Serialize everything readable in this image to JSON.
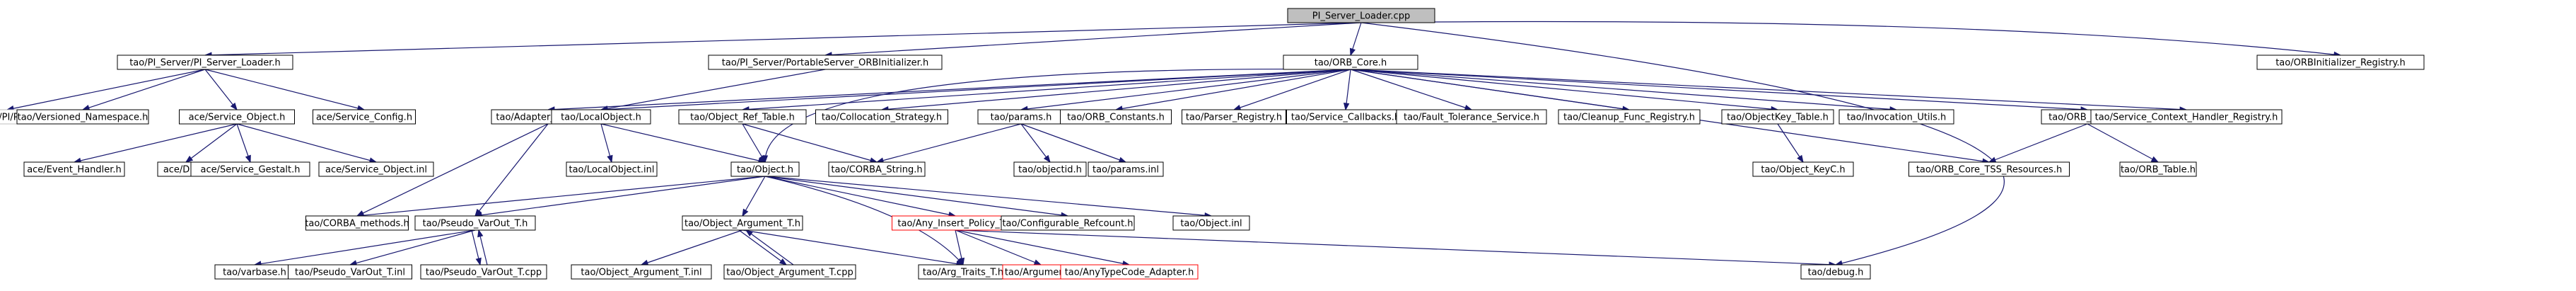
{
  "nodes": [
    {
      "id": "n0",
      "label": "PI_Server_Loader.cpp",
      "style": "root"
    },
    {
      "id": "n1",
      "label": "tao/PI_Server/PI_Server_Loader.h"
    },
    {
      "id": "n2",
      "label": "tao/PI_Server/PortableServer_ORBInitializer.h"
    },
    {
      "id": "n3",
      "label": "tao/ORB_Core.h"
    },
    {
      "id": "n4",
      "label": "tao/ORBInitializer_Registry.h"
    },
    {
      "id": "n5",
      "label": "tao/PI/PI.h",
      "style": "grey"
    },
    {
      "id": "n6",
      "label": "tao/Versioned_Namespace.h"
    },
    {
      "id": "n7",
      "label": "ace/Service_Object.h"
    },
    {
      "id": "n8",
      "label": "ace/Service_Config.h"
    },
    {
      "id": "n9",
      "label": "tao/Adapter_Registry.h"
    },
    {
      "id": "n10",
      "label": "tao/LocalObject.h"
    },
    {
      "id": "n11",
      "label": "tao/Object_Ref_Table.h"
    },
    {
      "id": "n12",
      "label": "tao/Collocation_Strategy.h"
    },
    {
      "id": "n13",
      "label": "tao/params.h"
    },
    {
      "id": "n14",
      "label": "tao/ORB_Constants.h"
    },
    {
      "id": "n15",
      "label": "tao/Parser_Registry.h"
    },
    {
      "id": "n16",
      "label": "tao/Service_Callbacks.h"
    },
    {
      "id": "n17",
      "label": "tao/Fault_Tolerance_Service.h"
    },
    {
      "id": "n18",
      "label": "tao/Cleanup_Func_Registry.h"
    },
    {
      "id": "n19",
      "label": "tao/ObjectKey_Table.h"
    },
    {
      "id": "n20",
      "label": "tao/Invocation_Utils.h"
    },
    {
      "id": "n21",
      "label": "tao/ORB_Core.inl"
    },
    {
      "id": "n22",
      "label": "tao/Service_Context_Handler_Registry.h"
    },
    {
      "id": "n23",
      "label": "ace/Event_Handler.h"
    },
    {
      "id": "n24",
      "label": "ace/DLL.h"
    },
    {
      "id": "n25",
      "label": "ace/Service_Gestalt.h"
    },
    {
      "id": "n26",
      "label": "ace/Service_Object.inl"
    },
    {
      "id": "n27",
      "label": "tao/LocalObject.inl"
    },
    {
      "id": "n28",
      "label": "tao/Object.h"
    },
    {
      "id": "n29",
      "label": "tao/CORBA_String.h"
    },
    {
      "id": "n30",
      "label": "tao/objectid.h"
    },
    {
      "id": "n31",
      "label": "tao/params.inl"
    },
    {
      "id": "n32",
      "label": "tao/Object_KeyC.h"
    },
    {
      "id": "n33",
      "label": "tao/ORB_Core_TSS_Resources.h"
    },
    {
      "id": "n34",
      "label": "tao/ORB_Table.h"
    },
    {
      "id": "n35",
      "label": "tao/CORBA_methods.h"
    },
    {
      "id": "n36",
      "label": "tao/Pseudo_VarOut_T.h"
    },
    {
      "id": "n37",
      "label": "tao/Object_Argument_T.h"
    },
    {
      "id": "n38",
      "label": "tao/Any_Insert_Policy_T.h",
      "style": "red"
    },
    {
      "id": "n39",
      "label": "tao/Configurable_Refcount.h"
    },
    {
      "id": "n40",
      "label": "tao/Object.inl"
    },
    {
      "id": "n41",
      "label": "tao/varbase.h"
    },
    {
      "id": "n42",
      "label": "tao/Pseudo_VarOut_T.inl"
    },
    {
      "id": "n43",
      "label": "tao/Pseudo_VarOut_T.cpp"
    },
    {
      "id": "n44",
      "label": "tao/Object_Argument_T.inl"
    },
    {
      "id": "n45",
      "label": "tao/Object_Argument_T.cpp"
    },
    {
      "id": "n46",
      "label": "tao/Arg_Traits_T.h"
    },
    {
      "id": "n47",
      "label": "tao/Argument.h",
      "style": "red"
    },
    {
      "id": "n48",
      "label": "tao/AnyTypeCode_Adapter.h",
      "style": "red"
    },
    {
      "id": "n49",
      "label": "tao/debug.h"
    }
  ],
  "edges": [
    [
      "n0",
      "n1"
    ],
    [
      "n0",
      "n2"
    ],
    [
      "n0",
      "n3"
    ],
    [
      "n0",
      "n4"
    ],
    [
      "n0",
      "n49"
    ],
    [
      "n1",
      "n5"
    ],
    [
      "n1",
      "n6"
    ],
    [
      "n1",
      "n7"
    ],
    [
      "n1",
      "n8"
    ],
    [
      "n7",
      "n23"
    ],
    [
      "n7",
      "n24"
    ],
    [
      "n7",
      "n25"
    ],
    [
      "n7",
      "n26"
    ],
    [
      "n2",
      "n10"
    ],
    [
      "n3",
      "n9"
    ],
    [
      "n3",
      "n10"
    ],
    [
      "n3",
      "n11"
    ],
    [
      "n3",
      "n12"
    ],
    [
      "n3",
      "n13"
    ],
    [
      "n3",
      "n14"
    ],
    [
      "n3",
      "n15"
    ],
    [
      "n3",
      "n16"
    ],
    [
      "n3",
      "n17"
    ],
    [
      "n3",
      "n18"
    ],
    [
      "n3",
      "n19"
    ],
    [
      "n3",
      "n20"
    ],
    [
      "n3",
      "n21"
    ],
    [
      "n3",
      "n22"
    ],
    [
      "n3",
      "n28"
    ],
    [
      "n3",
      "n33"
    ],
    [
      "n9",
      "n35"
    ],
    [
      "n9",
      "n36"
    ],
    [
      "n10",
      "n27"
    ],
    [
      "n10",
      "n28"
    ],
    [
      "n11",
      "n28"
    ],
    [
      "n11",
      "n29"
    ],
    [
      "n13",
      "n29"
    ],
    [
      "n13",
      "n30"
    ],
    [
      "n13",
      "n31"
    ],
    [
      "n19",
      "n32"
    ],
    [
      "n21",
      "n33"
    ],
    [
      "n21",
      "n34"
    ],
    [
      "n28",
      "n35"
    ],
    [
      "n28",
      "n36"
    ],
    [
      "n28",
      "n37"
    ],
    [
      "n28",
      "n38"
    ],
    [
      "n28",
      "n39"
    ],
    [
      "n28",
      "n40"
    ],
    [
      "n28",
      "n46"
    ],
    [
      "n36",
      "n41"
    ],
    [
      "n36",
      "n42"
    ],
    [
      "n36",
      "n43"
    ],
    [
      "n43",
      "n36"
    ],
    [
      "n37",
      "n44"
    ],
    [
      "n37",
      "n45"
    ],
    [
      "n45",
      "n37"
    ],
    [
      "n37",
      "n46"
    ],
    [
      "n38",
      "n46"
    ],
    [
      "n38",
      "n47"
    ],
    [
      "n38",
      "n48"
    ],
    [
      "n38",
      "n49"
    ]
  ]
}
